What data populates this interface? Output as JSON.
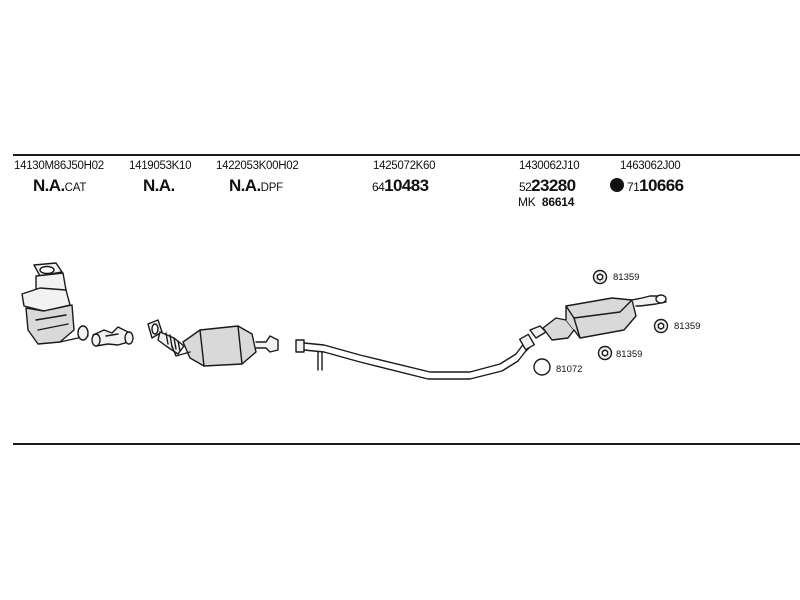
{
  "parts": [
    {
      "part_number": "14130M86J50H02",
      "label_main": "N.A.",
      "label_suffix": "CAT"
    },
    {
      "part_number": "1419053K10",
      "label_main": "N.A.",
      "label_suffix": ""
    },
    {
      "part_number": "1422053K00H02",
      "label_main": "N.A.",
      "label_suffix": "DPF"
    },
    {
      "part_number": "1425072K60",
      "prefix": "64",
      "main_number": "10483"
    },
    {
      "part_number": "1430062J10",
      "prefix": "52",
      "main_number": "23280",
      "mk_prefix": "MK",
      "mk_number": "86614"
    },
    {
      "part_number": "1463062J00",
      "prefix": "71",
      "main_number": "10666"
    }
  ],
  "clamps": [
    {
      "code": "81359",
      "icon": "hex-clamp-icon"
    },
    {
      "code": "81359",
      "icon": "hex-clamp-icon"
    },
    {
      "code": "81359",
      "icon": "hex-clamp-icon"
    },
    {
      "code": "81072",
      "icon": "ring-gasket-icon"
    }
  ],
  "colors": {
    "line": "#1a1a1a",
    "fill_light": "#f2f2f2",
    "fill_mid": "#d9d9d9"
  }
}
